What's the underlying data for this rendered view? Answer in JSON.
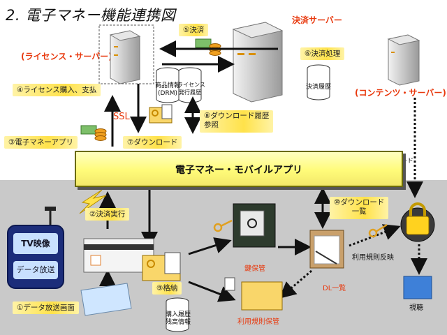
{
  "title": "2. 電子マネー機能連携図",
  "servers": {
    "payment": "決済サーバー",
    "license": "(ライセンス・サーバー)",
    "contents": "(コンテンツ・サーバー)"
  },
  "steps": {
    "s1": "①データ放送画面",
    "s2": "②決済実行",
    "s3": "③電子マネーアプリ",
    "s4": "④ライセンス購入、支払",
    "s5": "⑤決済",
    "s6": "⑥決済処理",
    "s7": "⑦ダウンロード",
    "s8": "⑧ダウンロード履歴\n参照",
    "s9": "⑨格納",
    "s10": "⑩ダウンロード\n一覧"
  },
  "labels": {
    "ssl": "SSL",
    "product_info": "商品情報\n(DRM)",
    "license_history": "ライセンス\n発行履歴",
    "payment_history": "決済履歴",
    "download": "ダウンロード",
    "app_bar": "電子マネー・モバイルアプリ",
    "tv_video": "TV映像",
    "data_broadcast": "データ放送",
    "key_storage": "鍵保管",
    "dl_list": "DL一覧",
    "usage_rule_reflect": "利用規則反映",
    "usage_rule_storage": "利用規則保管",
    "viewing": "視聴",
    "purchase_history": "購入履歴\n残高情報"
  },
  "colors": {
    "accent_red": "#e8390e",
    "tag_yellow": "#ffe24a",
    "band_gray": "#c9c9c9",
    "app_yellow": "#fffb79"
  }
}
